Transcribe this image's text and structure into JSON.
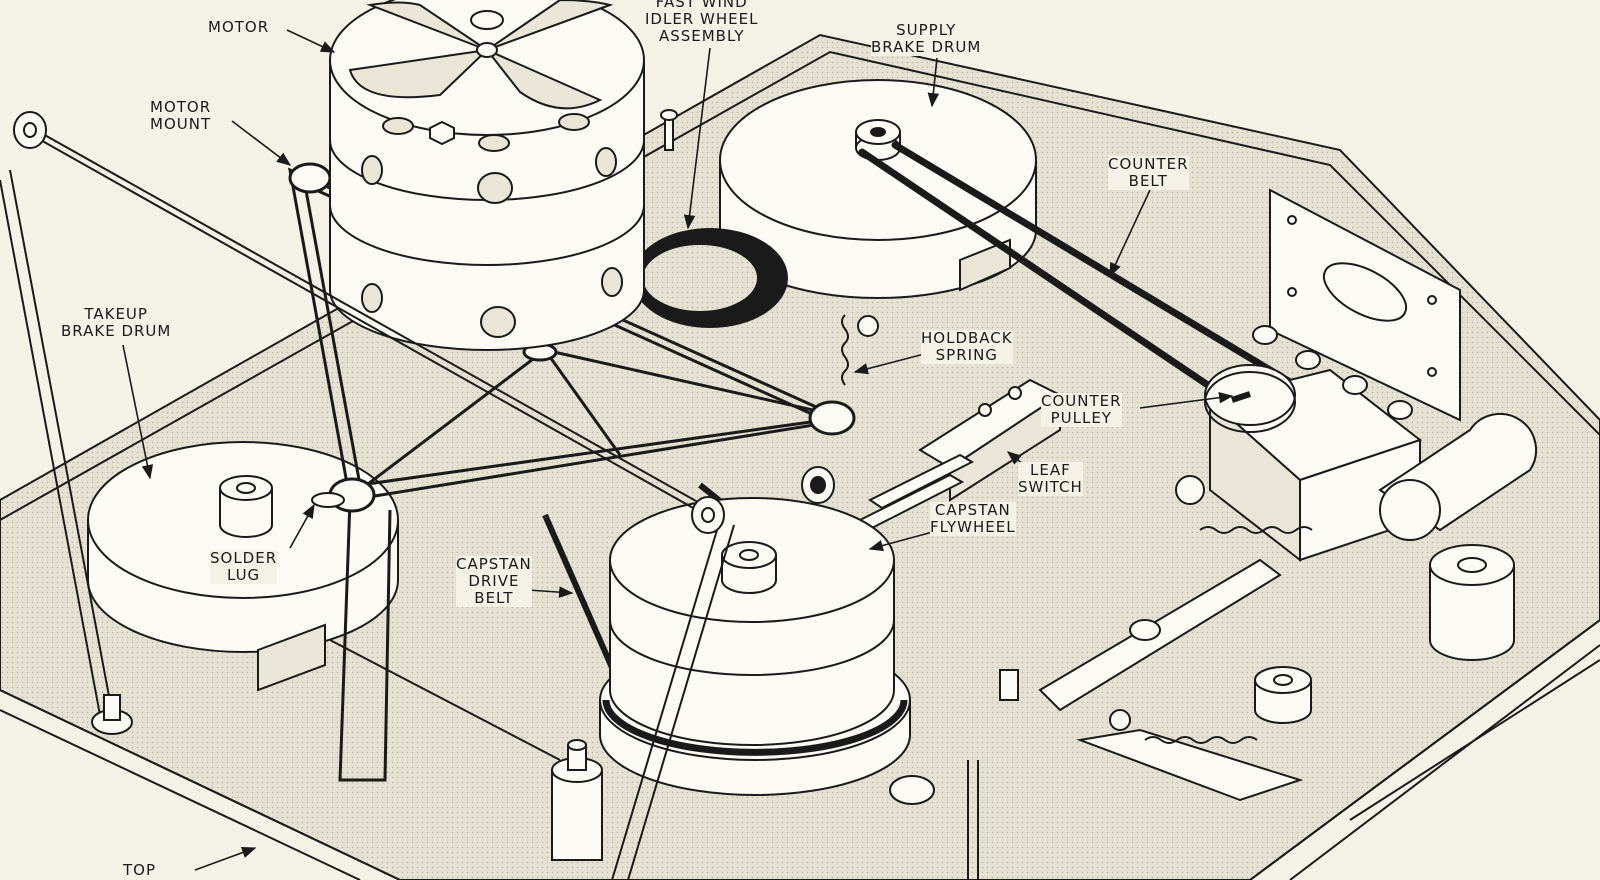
{
  "colors": {
    "paper": "#f4f1e6",
    "ink": "#1a1a1a",
    "white": "#fbfaf4",
    "shade": "#e9e5d7"
  },
  "labels": {
    "motor": "MOTOR",
    "fast_wind": [
      "FAST WIND",
      "IDLER WHEEL",
      "ASSEMBLY"
    ],
    "supply_brake": [
      "SUPPLY",
      "BRAKE DRUM"
    ],
    "motor_mount": [
      "MOTOR",
      "MOUNT"
    ],
    "counter_belt": [
      "COUNTER",
      "BELT"
    ],
    "takeup_brake": [
      "TAKEUP",
      "BRAKE DRUM"
    ],
    "holdback_spring": [
      "HOLDBACK",
      "SPRING"
    ],
    "counter_pulley": [
      "COUNTER",
      "PULLEY"
    ],
    "leaf_switch": [
      "LEAF",
      "SWITCH"
    ],
    "capstan_flywheel": [
      "CAPSTAN",
      "FLYWHEEL"
    ],
    "solder_lug": [
      "SOLDER",
      "LUG"
    ],
    "capstan_drive_belt": [
      "CAPSTAN",
      "DRIVE",
      "BELT"
    ],
    "top": "TOP"
  }
}
